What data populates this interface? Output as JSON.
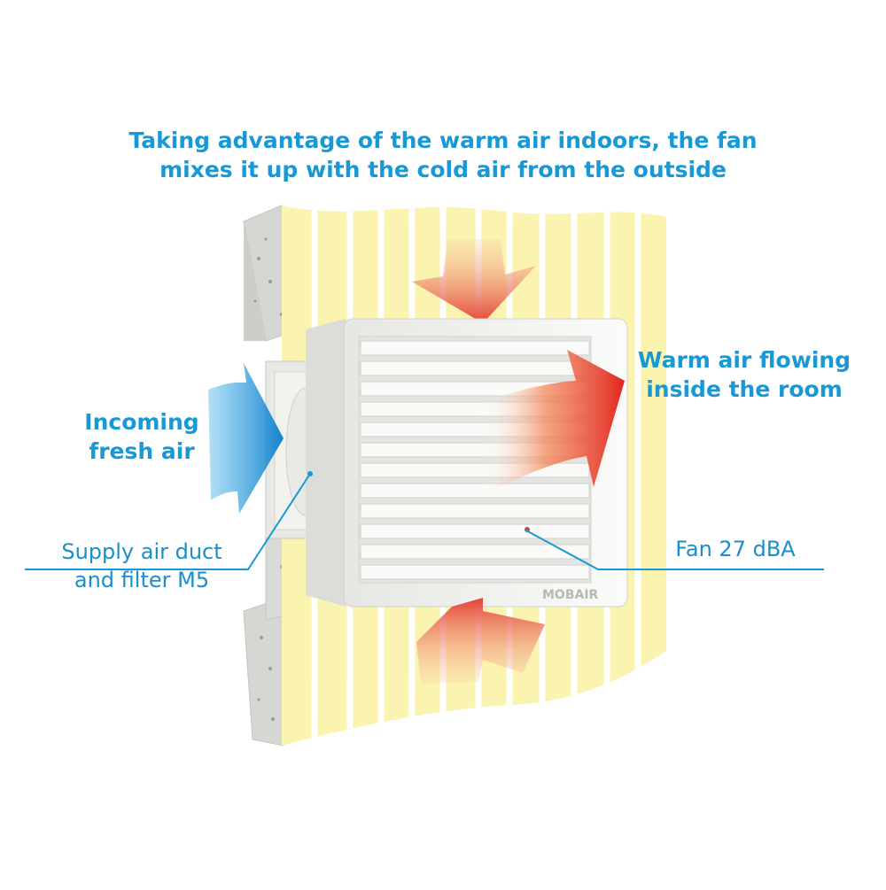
{
  "caption": {
    "line1": "Taking advantage of the warm air indoors, the fan",
    "line2": "mixes it up with the cold air from the outside"
  },
  "labels": {
    "warm_air_line1": "Warm air flowing",
    "warm_air_line2": "inside the room",
    "fresh_air_line1": "Incoming",
    "fresh_air_line2": "fresh air",
    "duct_line1": "Supply air duct",
    "duct_line2": "and filter M5",
    "fan": "Fan 27 dBA"
  },
  "brand": {
    "logo_text": "MOBAIR"
  },
  "colors": {
    "text_blue": "#1899d6",
    "wall_yellow": "#fbf3b0",
    "wall_stripe": "#ffffff",
    "concrete": "#d9d9d6",
    "unit_white": "#f4f4f2",
    "warm_arrow": "#e8392c",
    "cold_arrow": "#1d8fd6"
  }
}
